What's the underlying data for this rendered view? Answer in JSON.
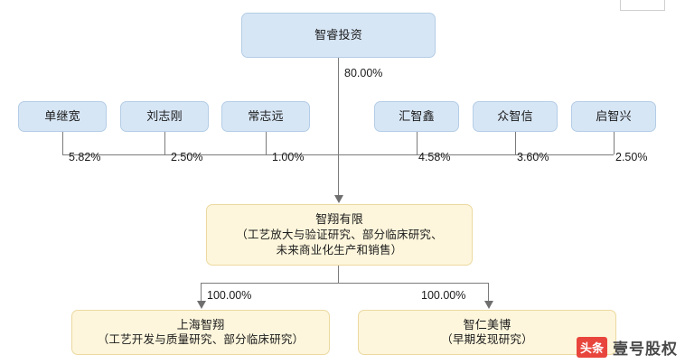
{
  "diagram": {
    "top": {
      "name": "智睿投资",
      "percent_to_core": "80.00%"
    },
    "shareholders": [
      {
        "name": "单继宽",
        "percent": "5.82%"
      },
      {
        "name": "刘志刚",
        "percent": "2.50%"
      },
      {
        "name": "常志远",
        "percent": "1.00%"
      },
      {
        "name": "汇智鑫",
        "percent": "4.58%"
      },
      {
        "name": "众智信",
        "percent": "3.60%"
      },
      {
        "name": "启智兴",
        "percent": "2.50%"
      }
    ],
    "core": {
      "name": "智翔有限",
      "line2": "（工艺放大与验证研究、部分临床研究、",
      "line3": "未来商业化生产和销售）"
    },
    "subsidiaries": [
      {
        "name": "上海智翔",
        "desc": "（工艺开发与质量研究、部分临床研究）",
        "percent": "100.00%"
      },
      {
        "name": "智仁美博",
        "desc": "（早期发现研究）",
        "percent": "100.00%"
      }
    ]
  },
  "watermark": {
    "badge": "头条",
    "text": "壹号股权"
  }
}
